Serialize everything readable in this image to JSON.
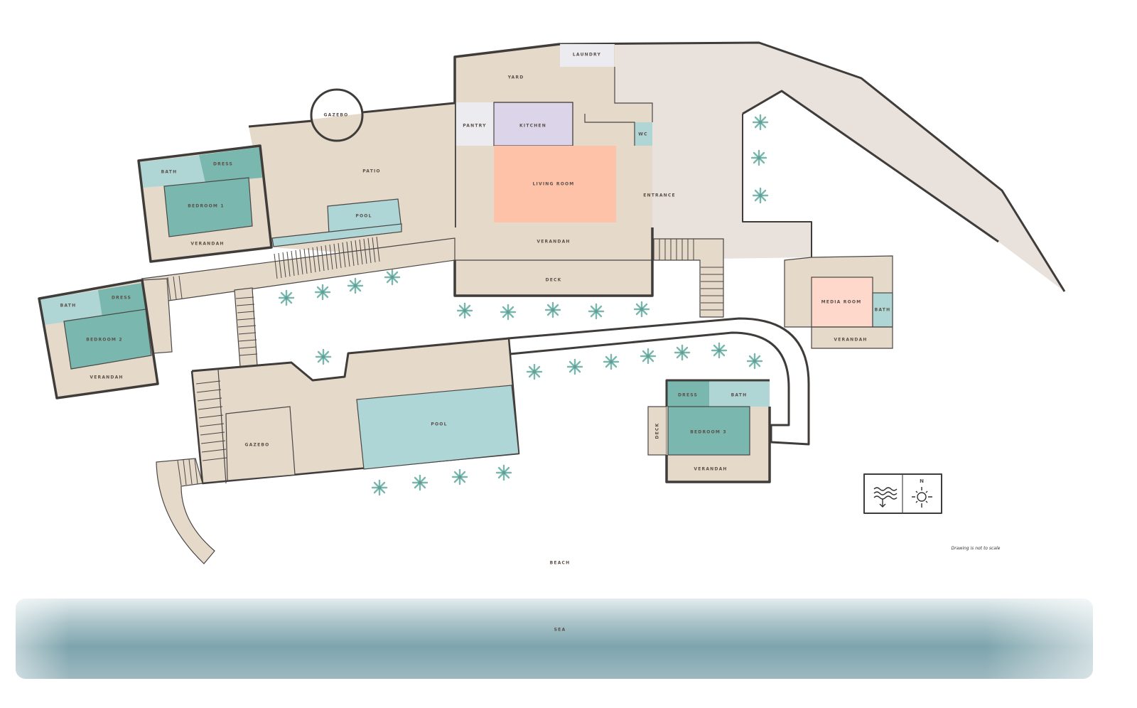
{
  "colors": {
    "terrace": "#e5d9c9",
    "driveway": "#e8e1dc",
    "bedroom": "#7ab7ae",
    "bath_dress": "#afd6d5",
    "living_room": "#fdc2a8",
    "media_room": "#fdd8cb",
    "kitchen": "#dcd5ea",
    "pantry_laundry": "#ecebef",
    "pool": "#afd6d7",
    "sea": "#7ea4ad",
    "outline": "#3f3c3a",
    "palm": "#7ab7ae"
  },
  "labels": {
    "laundry": "LAUNDRY",
    "yard": "YARD",
    "pantry": "PANTRY",
    "kitchen": "KITCHEN",
    "wc": "WC",
    "living_room": "LIVING ROOM",
    "entrance": "ENTRANCE",
    "verandah_main": "VERANDAH",
    "deck_main": "DECK",
    "gazebo_top": "GAZEBO",
    "patio": "PATIO",
    "pool_small": "POOL",
    "bath_1": "BATH",
    "dress_1": "DRESS",
    "bedroom_1": "BEDROOM 1",
    "verandah_1": "VERANDAH",
    "bath_2": "BATH",
    "dress_2": "DRESS",
    "bedroom_2": "BEDROOM 2",
    "verandah_2": "VERANDAH",
    "gazebo_lower": "GAZEBO",
    "pool_large": "POOL",
    "media_room": "MEDIA ROOM",
    "bath_media": "BATH",
    "verandah_media": "VERANDAH",
    "dress_3": "DRESS",
    "bath_3": "BATH",
    "bedroom_3": "BEDROOM 3",
    "deck_3": "DECK",
    "verandah_3": "VERANDAH",
    "beach": "BEACH",
    "sea": "SEA"
  },
  "legend": {
    "icons": [
      "sea-direction-icon",
      "north-sun-compass-icon"
    ],
    "north": "N"
  },
  "note": "Drawing is not to scale"
}
